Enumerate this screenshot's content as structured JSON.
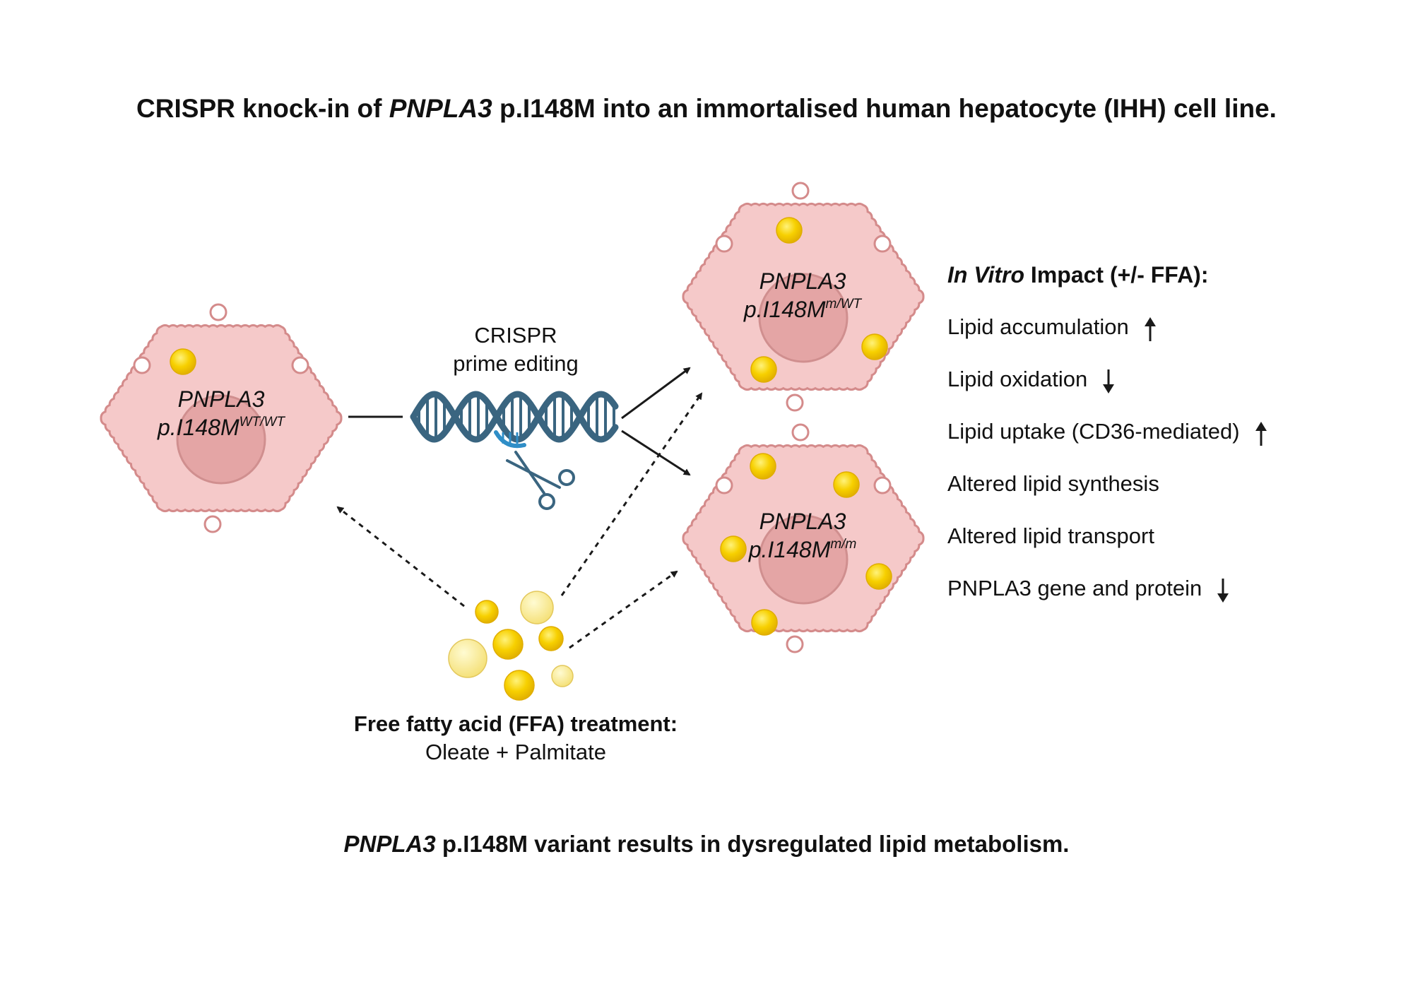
{
  "title": {
    "part1": "CRISPR knock-in of ",
    "gene": "PNPLA3",
    "part2": " p.I148M into an immortalised human hepatocyte (IHH) cell line."
  },
  "crispr": {
    "line1": "CRISPR",
    "line2": "prime editing"
  },
  "cells": {
    "wt": {
      "gene": "PNPLA3",
      "variant": "p.I148M",
      "genotype": "WT/WT"
    },
    "het": {
      "gene": "PNPLA3",
      "variant": "p.I148M",
      "genotype": "m/WT"
    },
    "hom": {
      "gene": "PNPLA3",
      "variant": "p.I148M",
      "genotype": "m/m"
    }
  },
  "ffa": {
    "title": "Free fatty acid (FFA) treatment:",
    "subtitle": "Oleate + Palmitate"
  },
  "impact": {
    "title_italic": "In Vitro",
    "title_rest": " Impact (+/- FFA):",
    "items": [
      {
        "label": "Lipid accumulation",
        "arrow": "up"
      },
      {
        "label": "Lipid oxidation",
        "arrow": "down"
      },
      {
        "label": "Lipid uptake (CD36-mediated)",
        "arrow": "up"
      },
      {
        "label": "Altered lipid synthesis",
        "arrow": "none"
      },
      {
        "label": "Altered lipid transport",
        "arrow": "none"
      },
      {
        "label": "PNPLA3 gene and protein",
        "arrow": "down"
      }
    ]
  },
  "footer": {
    "gene": "PNPLA3",
    "rest": " p.I148M variant results in dysregulated lipid metabolism."
  },
  "colors": {
    "cell_fill": "#f5c9c9",
    "cell_stroke": "#d48b8b",
    "nucleus_fill": "#e4a5a5",
    "lipid_fill": "#f4c400",
    "dna": "#3a6580",
    "dna_accent": "#2f8ec7"
  }
}
